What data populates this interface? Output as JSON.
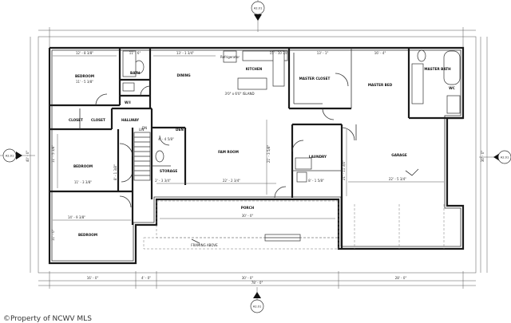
{
  "watermark": "©Property of NCWV MLS",
  "section_markers": {
    "top": "A2.01",
    "bottom": "A2.01",
    "left": "A2.01",
    "right": "A2.01"
  },
  "rooms": {
    "bedroom_nw": "BEDROOM",
    "bath_nw": "BATH",
    "closet_nw": "W/I",
    "dining": "DINING",
    "kitchen": "KITCHEN",
    "refrigerator": "Refrigerator",
    "island": "3'0\" x 6'0\" ISLAND",
    "master_closet": "MASTER CLOSET",
    "master_bedroom": "MASTER BED",
    "master_bath": "MASTER BATH",
    "wc": "WC",
    "closet_1": "CLOSET",
    "closet_2": "CLOSET",
    "hallway": "HALLWAY",
    "den": "DEN",
    "linen": "LIN",
    "bedroom_w": "BEDROOM",
    "family_room": "FAM ROOM",
    "laundry": "LAUNDRY",
    "storage": "STORAGE",
    "garage": "GARAGE",
    "bedroom_sw": "BEDROOM",
    "porch": "PORCH",
    "framing_above": "FRAMING ABOVE",
    "dn": "DN"
  },
  "dimensions": {
    "top_1": "12' - 8 3/8\"",
    "top_2": "11' - 6\"",
    "top_3": "13' - 1 3/4\"",
    "top_4": "15' - 10 3/4\"",
    "top_5": "13' - 1\"",
    "top_6": "16' - 4\"",
    "bedroom_nw_w": "11' - 5 3/8\"",
    "bedroom_w_w": "11' - 3 3/8\"",
    "bedroom_w_h": "11' - 5 3/8\"",
    "hall_h": "8' - 1 3/8\"",
    "hall_w": "2' - 3 3/4\"",
    "den_h": "4' - 4 5/8\"",
    "family_w": "22' - 2 3/4\"",
    "family_h": "21' - 3 5/8\"",
    "laundry_w": "8' - 1 5/8\"",
    "garage_w": "22' - 5 3/4\"",
    "garage_h": "21' - 11 3/4\"",
    "bedroom_sw_w": "14' - 9 3/8\"",
    "bedroom_sw_h": "11' - 0\"",
    "porch_w": "30' - 0\"",
    "bottom_1": "16' - 0\"",
    "bottom_2": "4' - 0\"",
    "bottom_3": "30' - 0\"",
    "bottom_4": "28' - 0\"",
    "overall_w": "78' - 0\"",
    "left_h": "40' - 0\"",
    "right_h": "36' - 0\""
  }
}
